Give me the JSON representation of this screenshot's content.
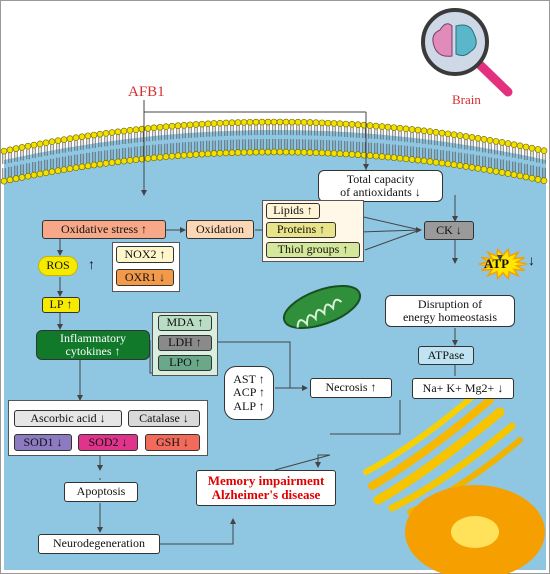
{
  "title": "AFB1",
  "brain_label": "Brain",
  "atp_label": "ATP",
  "nodes": {
    "oxidative_stress": "Oxidative stress",
    "oxidation": "Oxidation",
    "lipids": "Lipids",
    "proteins": "Proteins",
    "thiol": "Thiol groups",
    "total_capacity_line1": "Total capacity",
    "total_capacity_line2": "of antioxidants",
    "ck": "CK",
    "ros": "ROS",
    "nox2": "NOX2",
    "oxr1": "OXR1",
    "lp": "LP",
    "inflammatory_line1": "Inflammatory",
    "inflammatory_line2": "cytokines",
    "mda": "MDA",
    "ldh": "LDH",
    "lpo": "LPO",
    "disruption_line1": "Disruption of",
    "disruption_line2": "energy homeostasis",
    "atpase": "ATPase",
    "ions": "Na+ K+ Mg2+",
    "ast": "AST",
    "acp": "ACP",
    "alp": "ALP",
    "necrosis": "Necrosis",
    "ascorbic": "Ascorbic acid",
    "catalase": "Catalase",
    "sod1": "SOD1",
    "sod2": "SOD2",
    "gsh": "GSH",
    "apoptosis": "Apoptosis",
    "memory": "Memory impairment",
    "alzheimers": "Alzheimer's disease",
    "neurodegeneration": "Neurodegeneration"
  },
  "colors": {
    "cell": "#8fc7e3",
    "membrane_head": "#f2e000",
    "title_red": "#d32f2f",
    "outcome_red": "#e00000"
  }
}
